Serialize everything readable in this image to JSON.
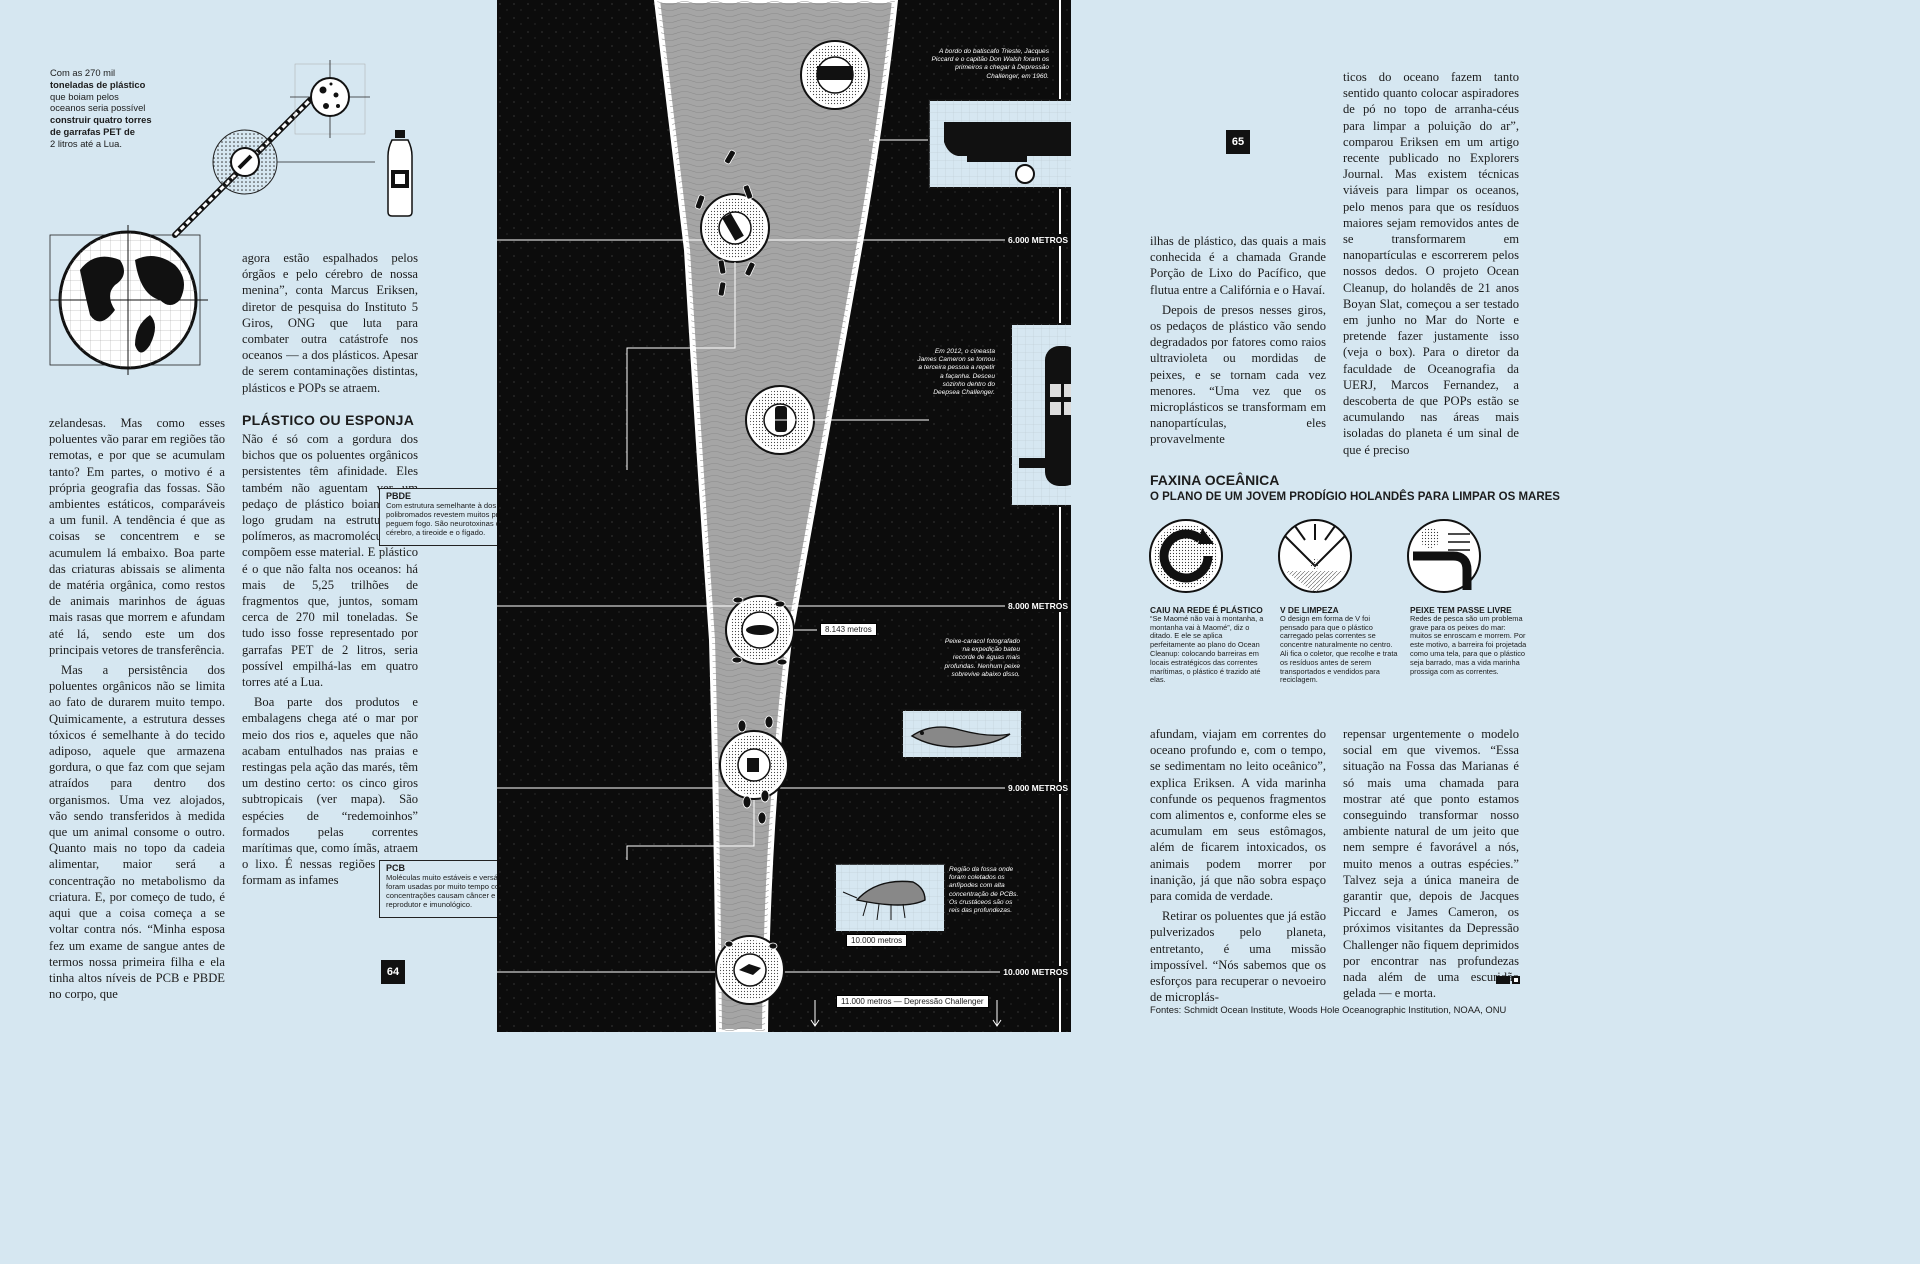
{
  "top_left_caption": {
    "lines": [
      "Com as 270 mil",
      "toneladas de plástico",
      "que boiam pelos",
      "oceanos seria possível",
      "construir quatro torres",
      "de garrafas PET de",
      "2 litros até a Lua."
    ]
  },
  "col1_text": "zelandesas. Mas como esses poluentes vão parar em regiões tão remotas, e por que se acumulam tanto? Em partes, o motivo é a própria geografia das fossas. São ambientes estáticos, comparáveis a um funil. A tendência é que as coisas se concentrem e se acumulem lá embaixo. Boa parte das criaturas abissais se alimenta de matéria orgânica, como restos de animais marinhos de águas mais rasas que morrem e afundam até lá, sendo este um dos principais vetores de transferência.",
  "col1_text_2": "Mas a persistência dos poluentes orgânicos não se limita ao fato de durarem muito tempo. Quimicamente, a estrutura desses tóxicos é semelhante à do tecido adiposo, aquele que armazena gordura, o que faz com que sejam atraídos para dentro dos organismos. Uma vez alojados, vão sendo transferidos à medida que um animal consome o outro. Quanto mais no topo da cadeia alimentar, maior será a concentração no metabolismo da criatura. E, por começo de tudo, é aqui que a coisa começa a se voltar contra nós. “Minha esposa fez um exame de sangue antes de termos nossa primeira filha e ela tinha altos níveis de PCB e PBDE no corpo, que",
  "col2_text_top": "agora estão espalhados pelos órgãos e pelo cérebro de nossa menina”, conta Marcus Eriksen, diretor de pesquisa do Instituto 5 Giros, ONG que luta para combater outra catástrofe nos oceanos — a dos plásticos. Apesar de serem contaminações distintas, plásticos e POPs se atraem.",
  "subhead_1": "PLÁSTICO OU ESPONJA",
  "col2_text_a": "Não é só com a gordura dos bichos que os poluentes orgânicos persistentes têm afinidade. Eles também não aguentam ver um pedaço de plástico boiando que logo grudam na estrutura dos polímeros, as macromoléculas que compõem esse material. E plástico é o que não falta nos oceanos: há mais de 5,25 trilhões de fragmentos que, juntos, somam cerca de 270 mil toneladas. Se tudo isso fosse representado por garrafas PET de 2 litros, seria possível empilhá-las em quatro torres até a Lua.",
  "col2_text_b": "Boa parte dos produtos e embalagens chega até o mar por meio dos rios e, aqueles que não acabam entulhados nas praias e restingas pela ação das marés, têm um destino certo: os cinco giros subtropicais (ver mapa). São espécies de “redemoinhos” formados pelas correntes marítimas que, como ímãs, atraem o lixo. É nessas regiões que se formam as infames",
  "pbde_box": {
    "title": "PBDE",
    "text": "Com estrutura semelhante à dos PCBs, os éteres difenil-polibromados revestem muitos produtos para evitar que peguem fogo. São neurotoxinas cancerígenas que afetam o cérebro, a tireoide e o fígado."
  },
  "pcb_box": {
    "title": "PCB",
    "text": "Moléculas muito estáveis e versáteis, as bifenilas policloradas foram usadas por muito tempo como fluidos e aditivos. Altas concentrações causam câncer e problemas nos sistemas reprodutor e imunológico."
  },
  "page_left": "64",
  "page_right": "65",
  "center": {
    "cap_trieste": "A bordo do batiscafo Trieste, Jacques Piccard e o capitão Don Walsh foram os primeiros a chegar à Depressão Challenger, em 1960.",
    "cap_cameron": "Em 2012, o cineasta James Cameron se tornou a terceira pessoa a repetir a façanha. Desceu sozinho dentro do Deepsea Challenger.",
    "cap_snail": "Peixe-caracol fotografado na expedição bateu recorde de águas mais profundas. Nenhum peixe sobrevive abaixo disso.",
    "cap_amphipod": "Região da fossa onde foram coletados os anfípodes com alta concentração de PCBs. Os crustáceos são os reis das profundezas.",
    "depth_6000": "6.000 METROS",
    "depth_8000": "8.000 METROS",
    "depth_9000": "9.000 METROS",
    "depth_10000": "10.000 METROS",
    "label_8143": "8.143 metros",
    "label_10000": "10.000 metros",
    "label_11000": "11.000 metros — Depressão Challenger"
  },
  "col3_text_a": "ilhas de plástico, das quais a mais conhecida é a chamada Grande Porção de Lixo do Pacífico, que flutua entre a Califórnia e o Havaí.",
  "col3_text_b": "Depois de presos nesses giros, os pedaços de plástico vão sendo degradados por fatores como raios ultravioleta ou mordidas de peixes, e se tornam cada vez menores. “Uma vez que os microplásticos se transformam em nanopartículas, eles provavelmente",
  "col4_text": "ticos do oceano fazem tanto sentido quanto colocar aspiradores de pó no topo de arranha-céus para limpar a poluição do ar”, comparou Eriksen em um artigo recente publicado no Explorers Journal. Mas existem técnicas viáveis para limpar os oceanos, pelo menos para que os resíduos maiores sejam removidos antes de se transformarem em nanopartículas e escorrerem pelos nossos dedos. O projeto Ocean Cleanup, do holandês de 21 anos Boyan Slat, começou a ser testado em junho no Mar do Norte e pretende fazer justamente isso (veja o box). Para o diretor da faculdade de Oceanografia da UERJ, Marcos Fernandez, a descoberta de que POPs estão se acumulando nas áreas mais isoladas do planeta é um sinal de que é preciso",
  "box": {
    "title": "FAXINA OCEÂNICA",
    "subtitle": "O PLANO DE UM JOVEM PRODÍGIO HOLANDÊS PARA LIMPAR OS MARES",
    "items": [
      {
        "title": "CAIU NA REDE É PLÁSTICO",
        "text": "“Se Maomé não vai à montanha, a montanha vai à Maomé”, diz o ditado. E ele se aplica perfeitamente ao plano do Ocean Cleanup: colocando barreiras em locais estratégicos das correntes marítimas, o plástico é trazido até elas."
      },
      {
        "title": "V DE LIMPEZA",
        "text": "O design em forma de V foi pensado para que o plástico carregado pelas correntes se concentre naturalmente no centro. Ali fica o coletor, que recolhe e trata os resíduos antes de serem transportados e vendidos para reciclagem."
      },
      {
        "title": "PEIXE TEM PASSE LIVRE",
        "text": "Redes de pesca são um problema grave para os peixes do mar: muitos se enroscam e morrem. Por este motivo, a barreira foi projetada como uma tela, para que o plástico seja barrado, mas a vida marinha prossiga com as correntes."
      }
    ]
  },
  "col5_text_a": "afundam, viajam em correntes do oceano profundo e, com o tempo, se sedimentam no leito oceânico”, explica Eriksen. A vida marinha confunde os pequenos fragmentos com alimentos e, conforme eles se acumulam em seus estômagos, além de ficarem intoxicados, os animais podem morrer por inanição, já que não sobra espaço para comida de verdade.",
  "col5_text_b": "Retirar os poluentes que já estão pulverizados pelo planeta, entretanto, é uma missão impossível. “Nós sabemos que os esforços para recuperar o nevoeiro de microplás-",
  "col6_text": "repensar urgentemente o modelo social em que vivemos. “Essa situação na Fossa das Marianas é só mais uma chamada para mostrar até que ponto estamos conseguindo transformar nosso ambiente natural de um jeito que nem sempre é favorável a nós, muito menos a outras espécies.” Talvez seja a única maneira de garantir que, depois de Jacques Piccard e James Cameron, os próximos visitantes da Depressão Challenger não fiquem deprimidos por encontrar nas profundezas nada além de uma escuridão gelada — e morta.",
  "sources": "Fontes: Schmidt Ocean Institute, Woods Hole Oceanographic Institution, NOAA, ONU"
}
